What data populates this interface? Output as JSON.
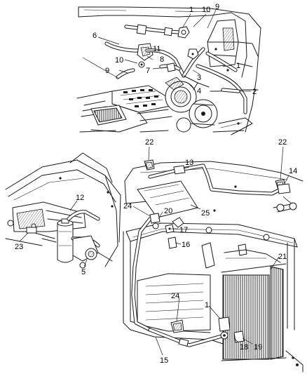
{
  "diagram": {
    "callouts": [
      "1",
      "10",
      "9",
      "6",
      "11",
      "8",
      "10",
      "7",
      "9",
      "3",
      "1",
      "4",
      "2",
      "22",
      "22",
      "13",
      "14",
      "12",
      "24",
      "20",
      "25",
      "17",
      "23",
      "16",
      "21",
      "5",
      "24",
      "1",
      "18",
      "19",
      "15"
    ]
  }
}
